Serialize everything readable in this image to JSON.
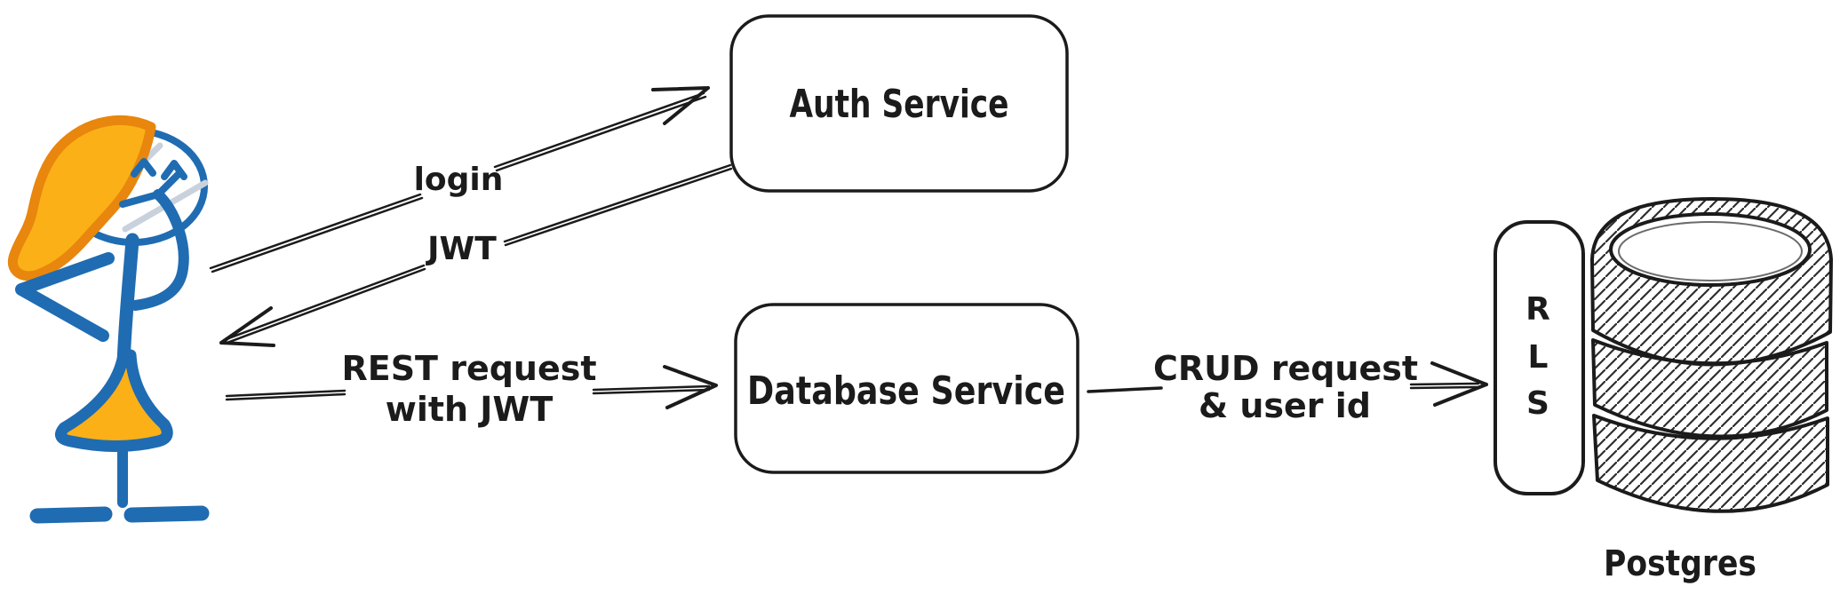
{
  "palette": {
    "ink": "#1b1b1b",
    "figure_blue": "#1f6cb2",
    "hair_stroke": "#e8860d",
    "hair_fill": "#fbb018",
    "pencil_gray": "#c9d2dc",
    "node_fill": "#ffffff",
    "background": "#ffffff"
  },
  "nodes": {
    "auth_service": {
      "label": "Auth Service"
    },
    "database_service": {
      "label": "Database Service"
    },
    "rls": {
      "label": "RLS",
      "letters": [
        "R",
        "L",
        "S"
      ]
    },
    "postgres": {
      "label": "Postgres"
    }
  },
  "edges": {
    "login": {
      "label": "login",
      "from": "user",
      "to": "auth_service"
    },
    "jwt": {
      "label": "JWT",
      "from": "auth_service",
      "to": "user"
    },
    "rest_request": {
      "label_line1": "REST request",
      "label_line2": "with JWT",
      "from": "user",
      "to": "database_service"
    },
    "crud_request": {
      "label_line1": "CRUD request",
      "label_line2": "& user id",
      "from": "database_service",
      "to": "rls_postgres"
    }
  }
}
